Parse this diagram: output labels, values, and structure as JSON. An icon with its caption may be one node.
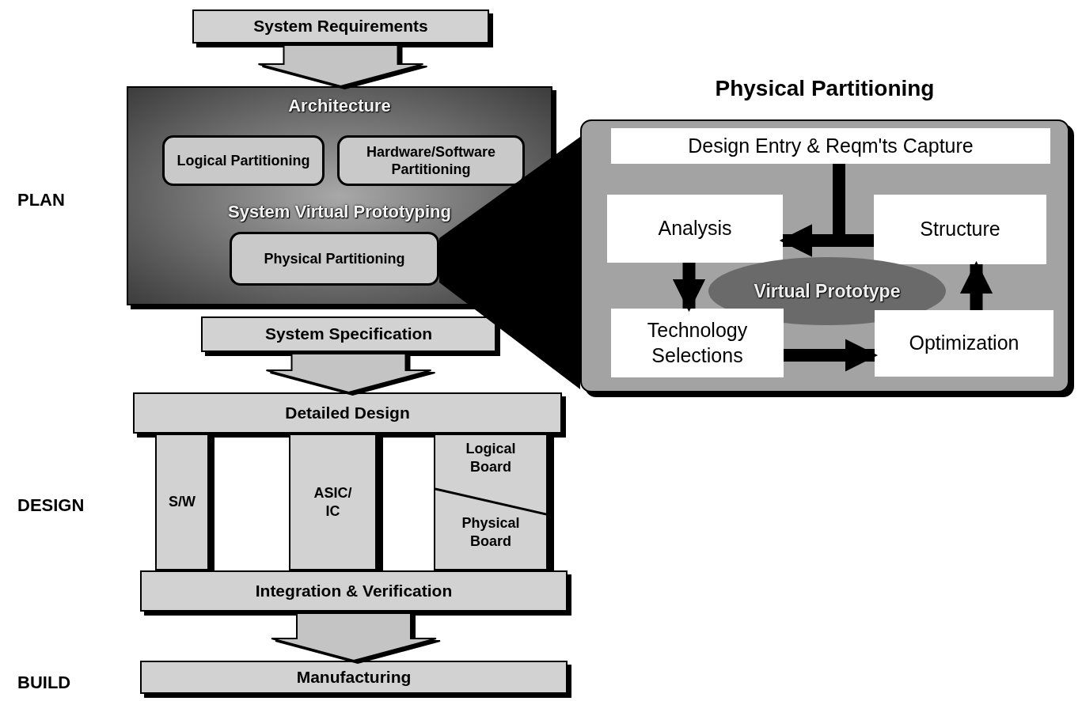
{
  "diagram": {
    "nodes": [
      {
        "text": [
          "System Requirements"
        ]
      },
      {
        "text": [
          "Architecture",
          "System Virtual Prototyping"
        ]
      },
      {
        "text": [
          "Logical Partitioning"
        ],
        "in": 1
      },
      {
        "text": [
          "Hardware/Software Partitioning"
        ],
        "in": 1
      },
      {
        "text": [
          "Physical Partitioning"
        ],
        "in": 1
      },
      {
        "text": [
          "System Specification"
        ]
      },
      {
        "text": [
          "Detailed Design"
        ]
      },
      {
        "text": [
          "S/W"
        ]
      },
      {
        "text": [
          "ASIC/ IC"
        ]
      },
      {
        "text": [
          "Logical Board",
          "Physical Board"
        ]
      },
      {
        "text": [
          "Integration & Verification"
        ]
      },
      {
        "text": [
          "Manufacturing"
        ]
      },
      {
        "text": [
          "Physical Partitioning"
        ]
      },
      {
        "text": [
          "Design Entry & Reqm'ts Capture"
        ],
        "in": 12
      },
      {
        "text": [
          "Analysis"
        ],
        "in": 12
      },
      {
        "text": [
          "Structure"
        ],
        "in": 12
      },
      {
        "text": [
          "Virtual Prototype"
        ],
        "in": 12
      },
      {
        "text": [
          "Technology Selections"
        ],
        "in": 12
      },
      {
        "text": [
          "Optimization"
        ],
        "in": 12
      }
    ],
    "edges": [
      {
        "from": 0,
        "to": 1,
        "arrow": "to"
      },
      {
        "from": 5,
        "to": 6,
        "arrow": "to"
      },
      {
        "from": 10,
        "to": 11,
        "arrow": "to"
      },
      {
        "from": 4,
        "to": 12,
        "arrow": "none"
      },
      {
        "from": 13,
        "to": 14,
        "arrow": "to"
      },
      {
        "from": 15,
        "to": 14,
        "arrow": "to"
      },
      {
        "from": 14,
        "to": 17,
        "arrow": "to"
      },
      {
        "from": 17,
        "to": 18,
        "arrow": "to"
      },
      {
        "from": 18,
        "to": 15,
        "arrow": "to"
      }
    ],
    "labels": [
      "PLAN",
      "DESIGN",
      "BUILD"
    ]
  }
}
